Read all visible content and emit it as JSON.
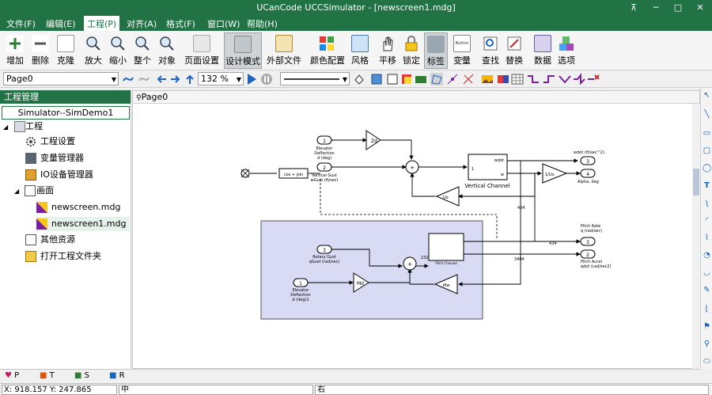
{
  "window": {
    "title": "UCanCode UCCSimulator - [newscreen1.mdg]",
    "pin": "⊼",
    "minimize": "─",
    "maximize": "□",
    "close": "✕"
  },
  "menu": [
    "文件(F)",
    "编辑(E)",
    "工程(P)",
    "对齐(A)",
    "格式(F)",
    "窗口(W)",
    "帮助(H)"
  ],
  "ribbon": [
    {
      "label": "增加",
      "icon": "add-icon"
    },
    {
      "label": "删除",
      "icon": "delete-icon"
    },
    {
      "label": "克隆",
      "icon": "clone-icon"
    },
    {
      "label": "放大",
      "icon": "zoom-in-icon"
    },
    {
      "label": "缩小",
      "icon": "zoom-out-icon"
    },
    {
      "label": "整个",
      "icon": "zoom-fit-icon"
    },
    {
      "label": "对象",
      "icon": "zoom-object-icon"
    },
    {
      "label": "页面设置",
      "icon": "page-setup-icon"
    },
    {
      "label": "设计模式",
      "icon": "design-mode-icon"
    },
    {
      "label": "外部文件",
      "icon": "external-file-icon"
    },
    {
      "label": "颜色配置",
      "icon": "color-config-icon"
    },
    {
      "label": "风格",
      "icon": "style-icon"
    },
    {
      "label": "平移",
      "icon": "pan-hand-icon"
    },
    {
      "label": "锁定",
      "icon": "lock-icon"
    },
    {
      "label": "标签",
      "icon": "tag-icon"
    },
    {
      "label": "变量",
      "icon": "variable-icon",
      "badge": "Button 2"
    },
    {
      "label": "查找",
      "icon": "find-icon"
    },
    {
      "label": "替换",
      "icon": "replace-icon"
    },
    {
      "label": "数据",
      "icon": "data-icon"
    },
    {
      "label": "选项",
      "icon": "options-icon"
    }
  ],
  "toolbar2": {
    "page_select": "Page0",
    "zoom": "132 %"
  },
  "panel": {
    "title": "工程管理",
    "project": "Simulator--SimDemo1",
    "tree": [
      {
        "label": "工程",
        "icon": "project-icon"
      },
      {
        "label": "工程设置",
        "icon": "gear-icon"
      },
      {
        "label": "变量管理器",
        "icon": "variable-manager-icon"
      },
      {
        "label": "IO设备管理器",
        "icon": "io-device-icon"
      },
      {
        "label": "画面",
        "icon": "screens-folder-icon"
      },
      {
        "label": "newscreen.mdg",
        "icon": "screen-file-icon"
      },
      {
        "label": "newscreen1.mdg",
        "icon": "screen-file-icon"
      },
      {
        "label": "其他资源",
        "icon": "resources-icon"
      },
      {
        "label": "打开工程文件夹",
        "icon": "open-folder-icon"
      }
    ],
    "bottom_tabs": [
      "P",
      "T",
      "S",
      "R"
    ]
  },
  "canvas": {
    "tab": "Page0",
    "in1": {
      "num": "1",
      "l1": "Elevator",
      "l2": "Deflection",
      "l3": "d (deg)"
    },
    "in2": {
      "num": "2",
      "l1": "Vertical Gust",
      "l2": "wGust (ft/sec)"
    },
    "in3": {
      "num": "3",
      "l1": "Rotary Gust",
      "l2": "qGust (rad/sec)"
    },
    "in4": {
      "num": "1",
      "l1": "Elevator",
      "l2": "Deflection",
      "l3": "d (deg)1"
    },
    "zd": "Zd",
    "md": "Md",
    "uo": "Uo",
    "mw": "Mw",
    "inv_uo": "1/Uo",
    "cos_block": "cos + jsin",
    "vchannel": {
      "name": "Vertical Channel",
      "port_in": "1",
      "port_out1": "wdot",
      "port_out2": "w"
    },
    "pchannel": {
      "name": "Pitch Channel"
    },
    "out1": {
      "num": "3",
      "label": "wdot (ft/sec^2)"
    },
    "out2": {
      "num": "4",
      "label": "Alpha, deg"
    },
    "out3": {
      "num": "3",
      "l1": "Pitch Rate",
      "l2": "q (rad/sec)"
    },
    "out4": {
      "num": "2",
      "l1": "Pitch Accel",
      "l2": "qdot (rad/sec2)"
    },
    "wire_labels": {
      "a": "434",
      "b": "434",
      "c": "3404",
      "d": "232"
    }
  },
  "status": {
    "coords": "X: 918.157 Y: 247.865",
    "pane2": "中",
    "pane3": "右"
  }
}
